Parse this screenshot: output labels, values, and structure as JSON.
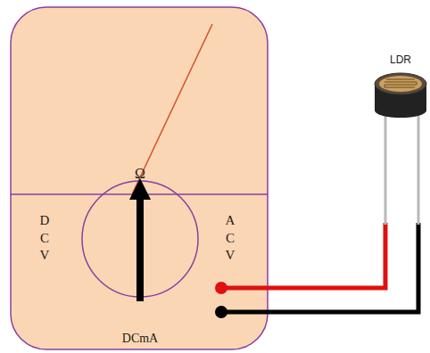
{
  "diagram": {
    "nodes": [
      {
        "text": [
          "Ω",
          "D C V",
          "A C V",
          "DCmA"
        ]
      }
    ],
    "labels": [
      "LDR"
    ]
  }
}
